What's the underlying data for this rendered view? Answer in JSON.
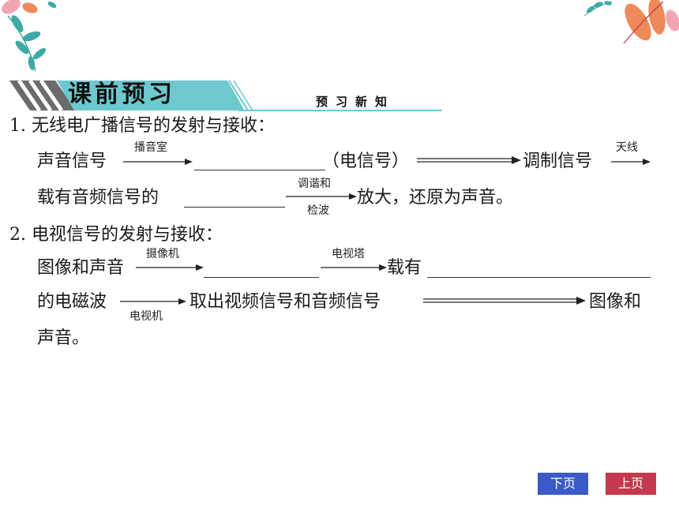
{
  "header": {
    "title": "课前预习",
    "subtitle": "预习新知"
  },
  "q1": {
    "heading": "1. 无线电广播信号的发射与接收：",
    "line1_text1": "声音信号",
    "line1_arrow1_label": "播音室",
    "line1_text2": "（电信号）",
    "line1_text3": "调制信号",
    "line1_arrow3_label": "天线",
    "line2_text1": "载有音频信号的",
    "line2_arrow_label_top": "调谐和",
    "line2_arrow_label_bottom": "检波",
    "line2_text2": "放大，还原为声音。"
  },
  "q2": {
    "heading": "2. 电视信号的发射与接收：",
    "line1_text1": "图像和声音",
    "line1_arrow1_label": "摄像机",
    "line1_arrow2_label": "电视塔",
    "line1_text2": "载有",
    "line2_text1": "的电磁波",
    "line2_arrow1_label": "电视机",
    "line2_text2": "取出视频信号和音频信号",
    "line2_text3": "图像和",
    "line3_text1": "声音。"
  },
  "nav": {
    "next_label": "下页",
    "prev_label": "上页"
  },
  "colors": {
    "banner_teal": "#6ec9cf",
    "banner_stripes": "#8c8c8c",
    "next_button": "#3a5bc7",
    "prev_button": "#c4394e",
    "leaf_teal": "#3fa9a5",
    "leaf_orange": "#ee8a5a",
    "leaf_pink": "#f2a6b4"
  }
}
